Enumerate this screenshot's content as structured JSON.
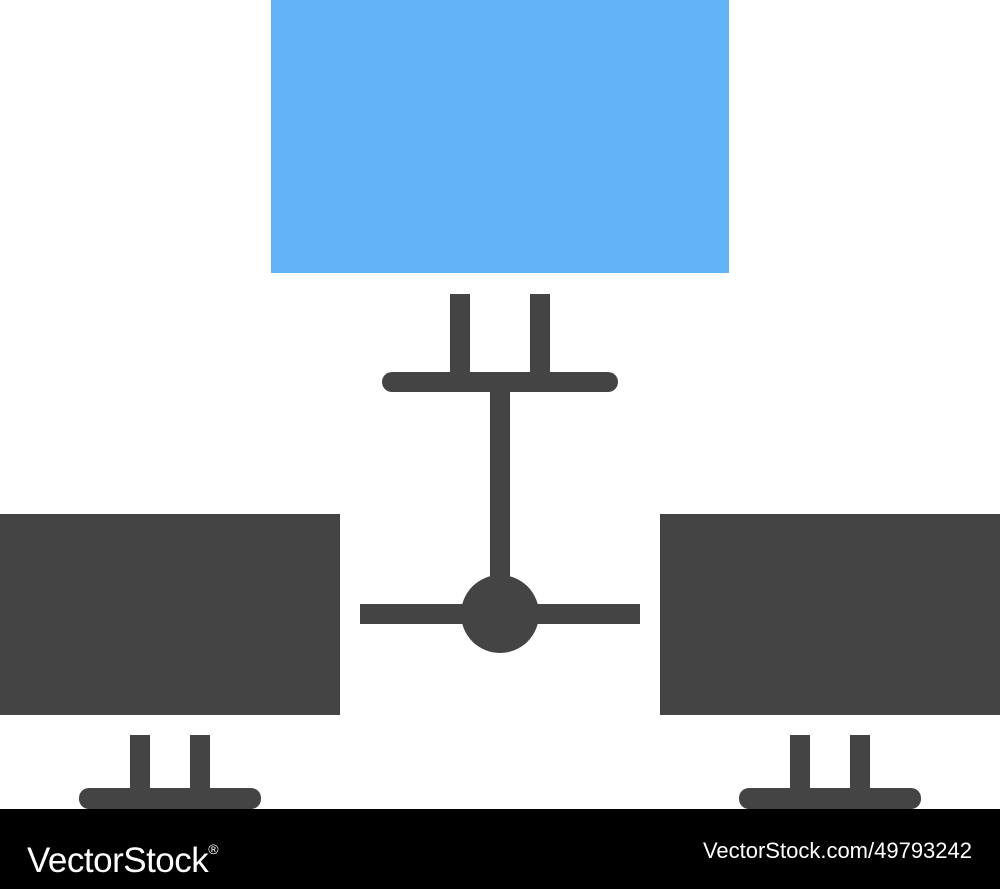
{
  "diagram": {
    "nodes": [
      {
        "id": "server-monitor",
        "icon": "monitor-icon",
        "color": "#62b4f6"
      },
      {
        "id": "client-monitor-left",
        "icon": "monitor-icon",
        "color": "#444444"
      },
      {
        "id": "client-monitor-right",
        "icon": "monitor-icon",
        "color": "#444444"
      }
    ],
    "hub": {
      "icon": "network-hub-icon",
      "color": "#444444"
    },
    "edges": [
      {
        "from": "server-monitor",
        "to": "hub"
      },
      {
        "from": "hub",
        "to": "client-monitor-left"
      },
      {
        "from": "hub",
        "to": "client-monitor-right"
      }
    ]
  },
  "footer": {
    "logo_text": "VectorStock",
    "logo_suffix": "®",
    "image_id": "VectorStock.com/49793242",
    "background": "#000000",
    "text_color": "#ffffff"
  }
}
